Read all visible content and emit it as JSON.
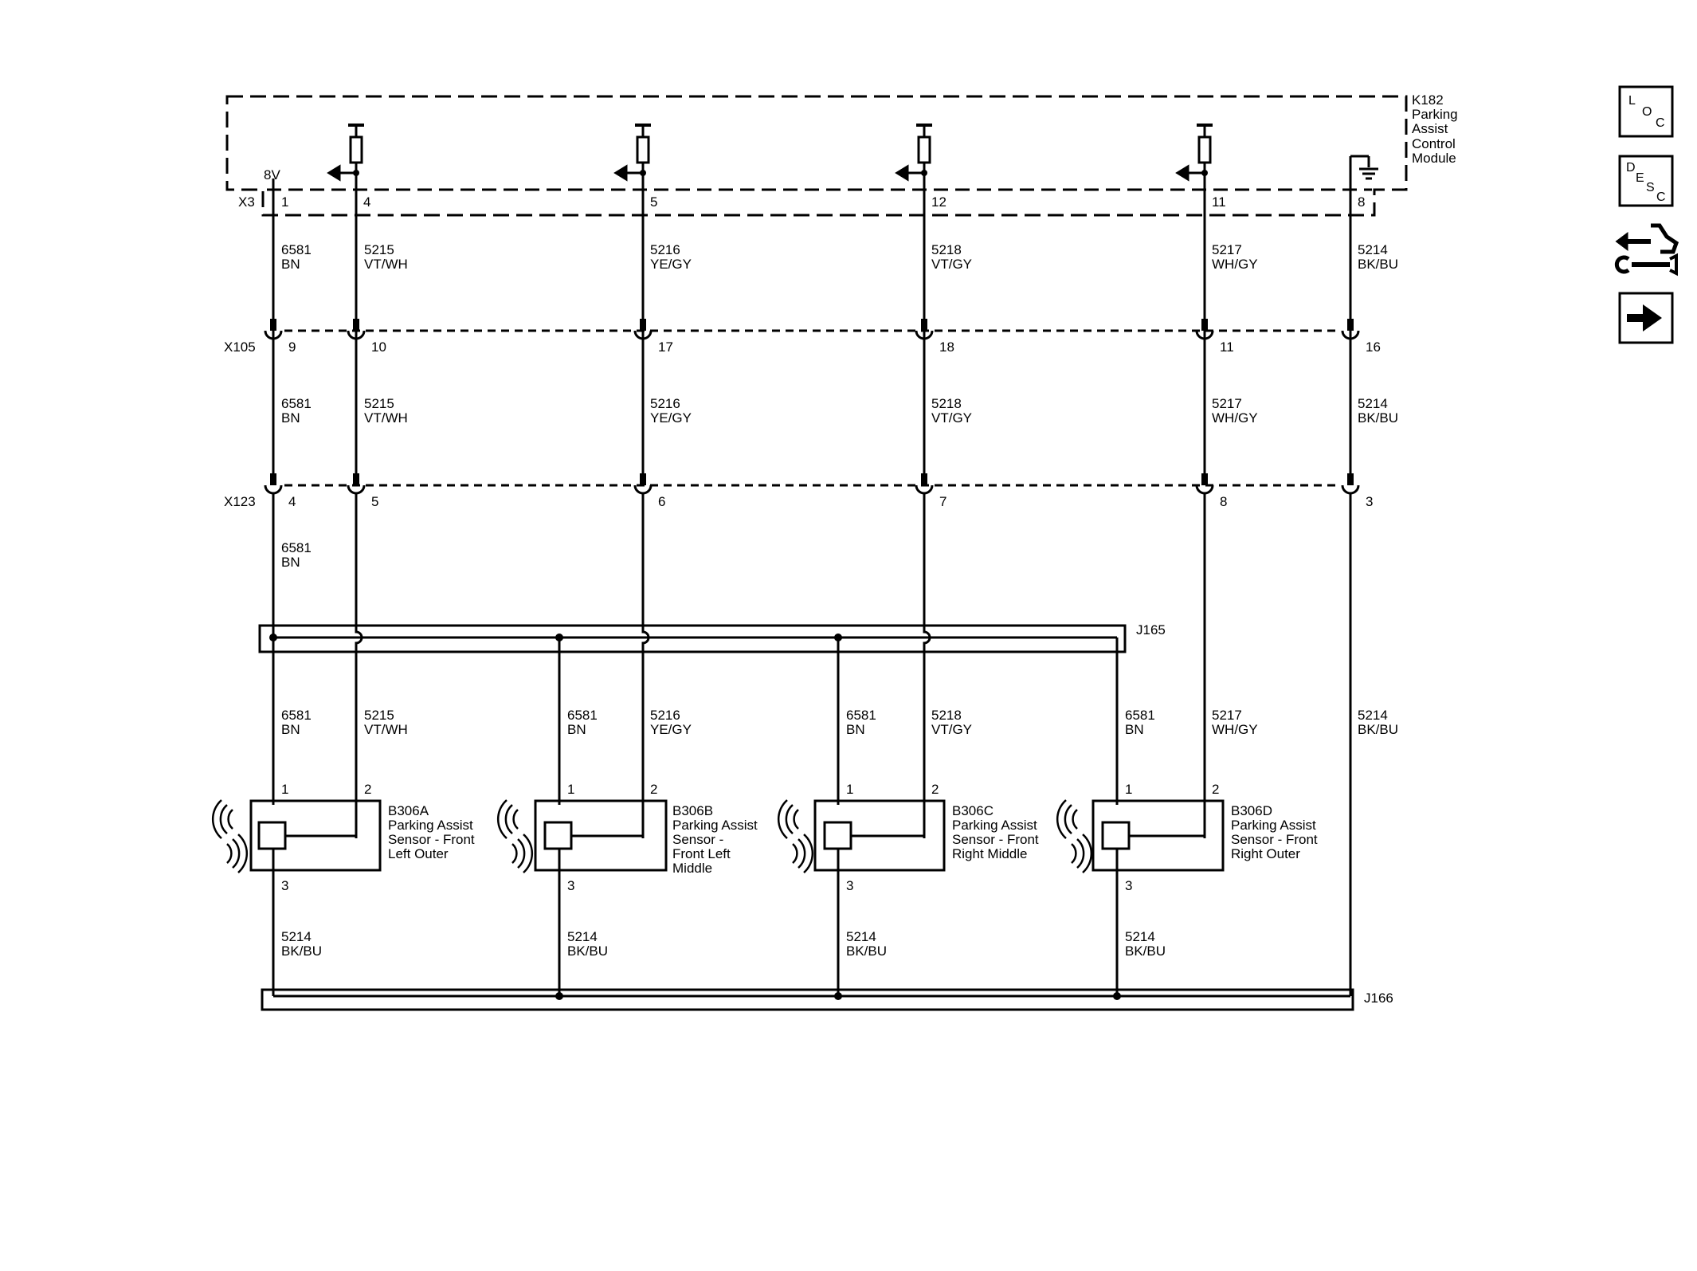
{
  "module": {
    "lines": [
      "K182",
      "Parking",
      "Assist",
      "Control",
      "Module"
    ],
    "voltage_label": "8V",
    "connector": "X3"
  },
  "connectors": [
    {
      "id": "X3",
      "pins": [
        "1",
        "4",
        "5",
        "12",
        "11",
        "8"
      ]
    },
    {
      "id": "X105",
      "pins": [
        "9",
        "10",
        "17",
        "18",
        "11",
        "16"
      ]
    },
    {
      "id": "X123",
      "pins": [
        "4",
        "5",
        "6",
        "7",
        "8",
        "3"
      ]
    }
  ],
  "wires": {
    "top": [
      {
        "circuit": "6581",
        "color": "BN"
      },
      {
        "circuit": "5215",
        "color": "VT/WH"
      },
      {
        "circuit": "5216",
        "color": "YE/GY"
      },
      {
        "circuit": "5218",
        "color": "VT/GY"
      },
      {
        "circuit": "5217",
        "color": "WH/GY"
      },
      {
        "circuit": "5214",
        "color": "BK/BU"
      }
    ],
    "mid": [
      {
        "circuit": "6581",
        "color": "BN"
      },
      {
        "circuit": "5215",
        "color": "VT/WH"
      },
      {
        "circuit": "5216",
        "color": "YE/GY"
      },
      {
        "circuit": "5218",
        "color": "VT/GY"
      },
      {
        "circuit": "5217",
        "color": "WH/GY"
      },
      {
        "circuit": "5214",
        "color": "BK/BU"
      }
    ],
    "low": [
      {
        "circuit": "6581",
        "color": "BN"
      }
    ],
    "feed": [
      {
        "circuit": "6581",
        "color": "BN"
      },
      {
        "circuit": "5215",
        "color": "VT/WH"
      },
      {
        "circuit": "6581",
        "color": "BN"
      },
      {
        "circuit": "5216",
        "color": "YE/GY"
      },
      {
        "circuit": "6581",
        "color": "BN"
      },
      {
        "circuit": "5218",
        "color": "VT/GY"
      },
      {
        "circuit": "6581",
        "color": "BN"
      },
      {
        "circuit": "5217",
        "color": "WH/GY"
      },
      {
        "circuit": "5214",
        "color": "BK/BU"
      }
    ],
    "ground": [
      {
        "circuit": "5214",
        "color": "BK/BU"
      },
      {
        "circuit": "5214",
        "color": "BK/BU"
      },
      {
        "circuit": "5214",
        "color": "BK/BU"
      },
      {
        "circuit": "5214",
        "color": "BK/BU"
      }
    ]
  },
  "splices": {
    "upper": "J165",
    "lower": "J166"
  },
  "sensors": [
    {
      "pins": [
        "1",
        "2",
        "3"
      ],
      "lines": [
        "B306A",
        "Parking Assist",
        "Sensor - Front",
        "Left Outer"
      ]
    },
    {
      "pins": [
        "1",
        "2",
        "3"
      ],
      "lines": [
        "B306B",
        "Parking Assist",
        "Sensor -",
        "Front Left",
        "Middle"
      ]
    },
    {
      "pins": [
        "1",
        "2",
        "3"
      ],
      "lines": [
        "B306C",
        "Parking Assist",
        "Sensor - Front",
        "Right Middle"
      ]
    },
    {
      "pins": [
        "1",
        "2",
        "3"
      ],
      "lines": [
        "B306D",
        "Parking Assist",
        "Sensor - Front",
        "Right Outer"
      ]
    }
  ],
  "nav_icons": [
    {
      "name": "loc-icon",
      "letters": [
        "L",
        "O",
        "C"
      ]
    },
    {
      "name": "desc-icon",
      "letters": [
        "D",
        "E",
        "S",
        "C"
      ]
    },
    {
      "name": "connector-repair-icon"
    },
    {
      "name": "next-arrow-icon"
    }
  ]
}
